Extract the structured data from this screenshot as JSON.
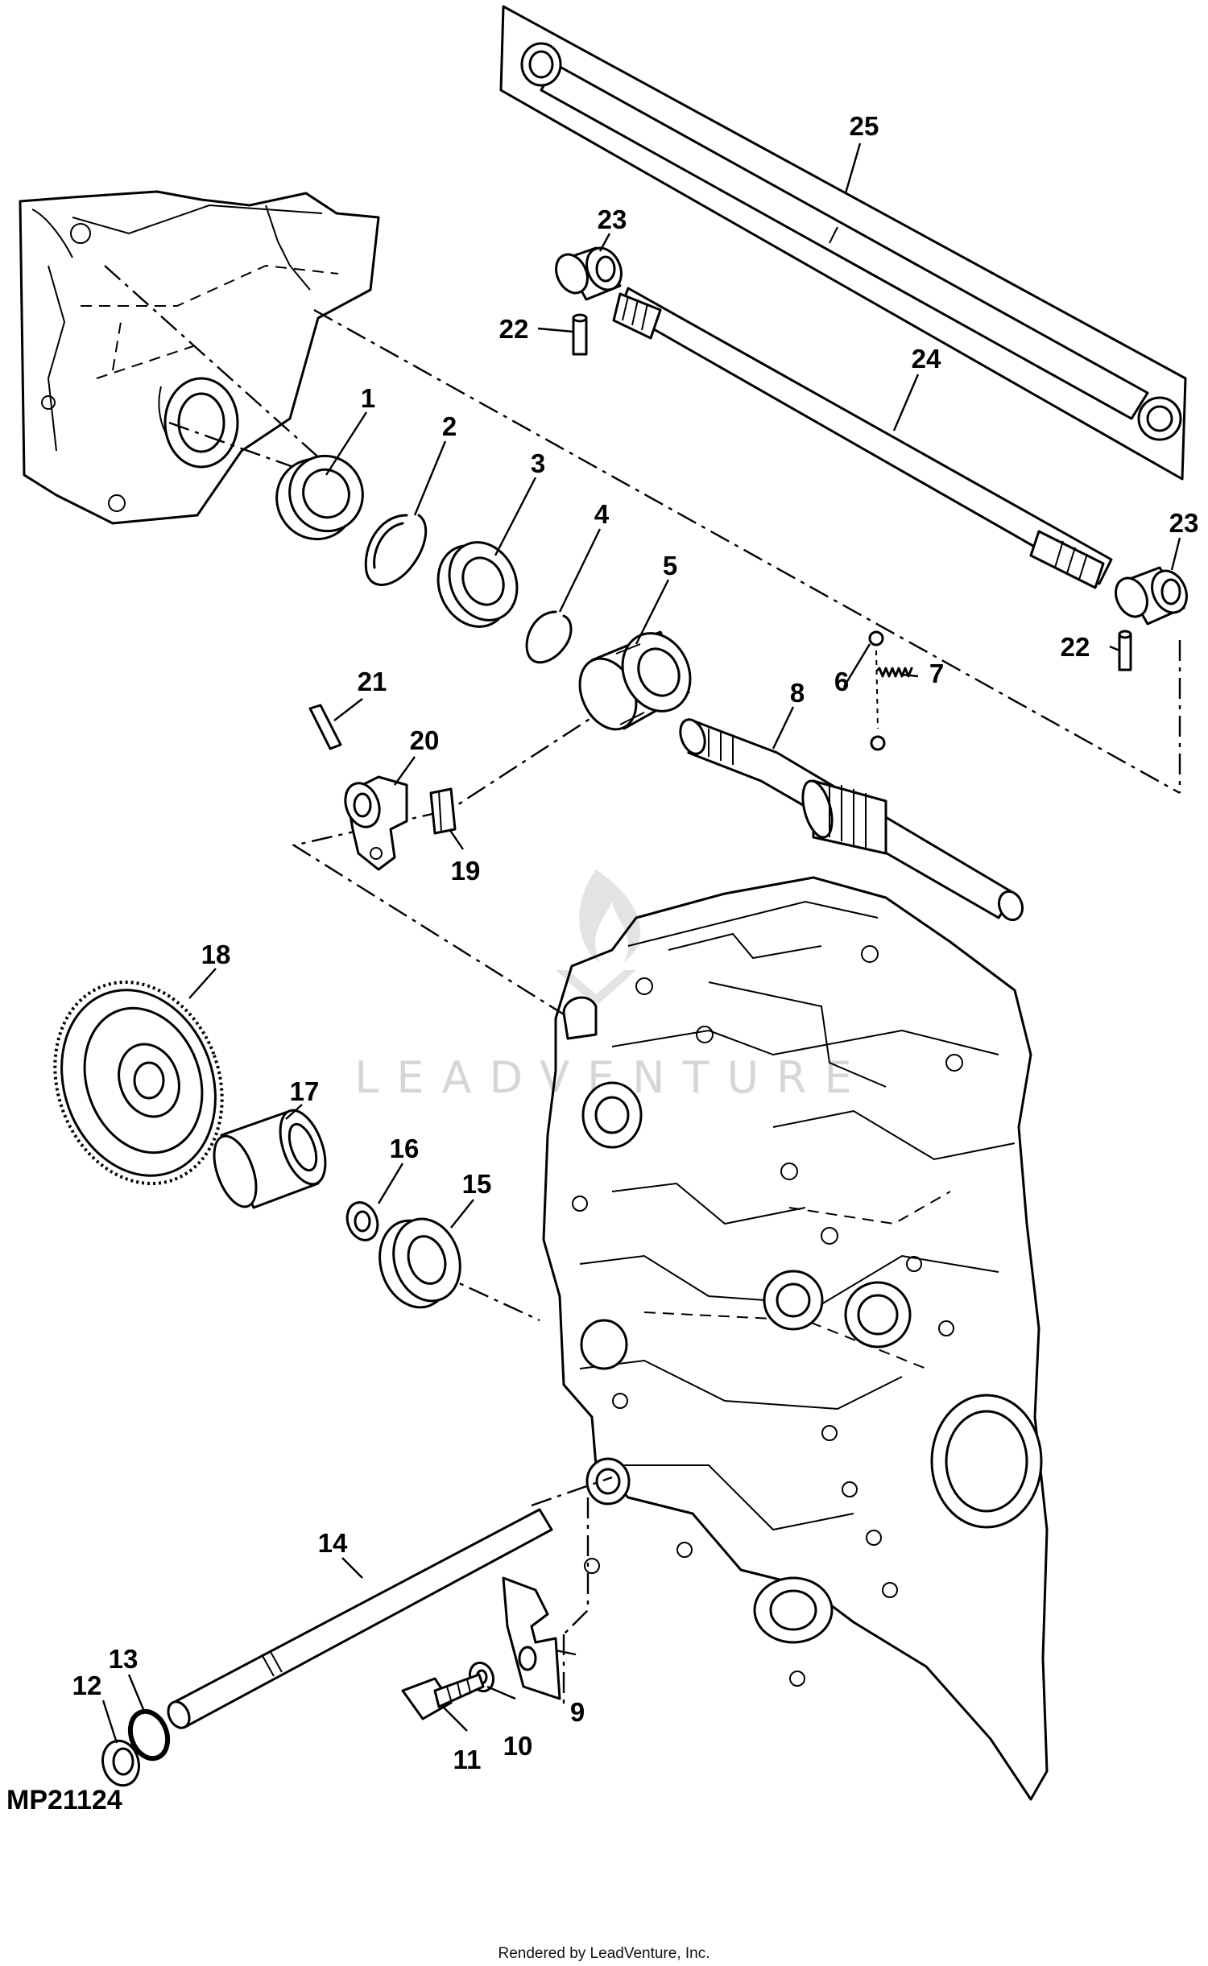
{
  "diagram": {
    "code": "MP21124",
    "footer": "Rendered by LeadVenture, Inc.",
    "watermark": "LEADVENTURE",
    "callouts": {
      "c1": "1",
      "c2": "2",
      "c3": "3",
      "c4": "4",
      "c5": "5",
      "c6": "6",
      "c7": "7",
      "c8": "8",
      "c9": "9",
      "c10": "10",
      "c11": "11",
      "c12": "12",
      "c13": "13",
      "c14": "14",
      "c15": "15",
      "c16": "16",
      "c17": "17",
      "c18": "18",
      "c19": "19",
      "c20": "20",
      "c21": "21",
      "c22a": "22",
      "c22b": "22",
      "c23a": "23",
      "c23b": "23",
      "c24": "24",
      "c25": "25"
    }
  }
}
